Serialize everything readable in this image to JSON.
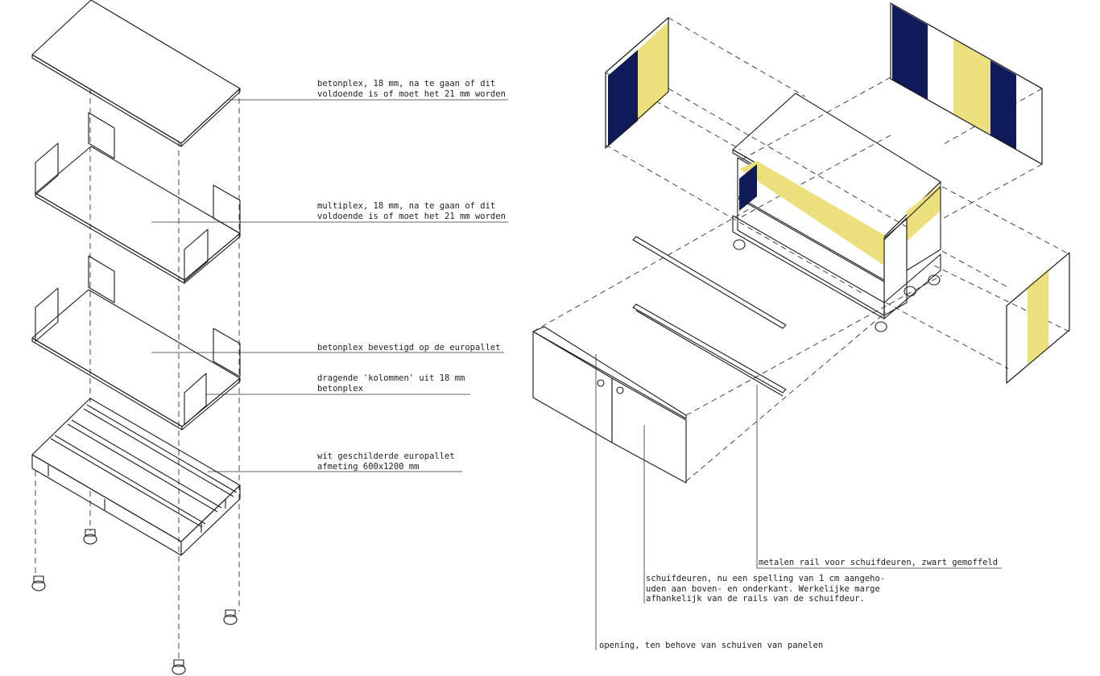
{
  "colors": {
    "navy": "#0f1a5a",
    "yellow": "#ece07e",
    "white": "#ffffff",
    "line": "#1a1a1a"
  },
  "labels": {
    "top_panel": [
      "betonplex, 18 mm, na te gaan of dit",
      "voldoende is of moet het 21 mm worden"
    ],
    "middle_shelf": [
      "multiplex, 18 mm, na te gaan of dit",
      "voldoende is of moet het 21 mm worden"
    ],
    "base_panel": [
      "betonplex bevestigd op de europallet"
    ],
    "columns": [
      "dragende 'kolommen' uit 18 mm",
      "betonplex"
    ],
    "pallet": [
      "wit geschilderde europallet",
      "afmeting 600x1200 mm"
    ],
    "rail": [
      "metalen rail voor schuifdeuren, zwart gemoffeld"
    ],
    "doors": [
      "schuifdeuren, nu een spelling van 1 cm aangeho-",
      "uden aan boven- en onderkant. Werkelijke marge",
      "afhankelijk van de rails van de schuifdeur."
    ],
    "opening": [
      "opening, ten behove van schuiven van panelen"
    ]
  }
}
